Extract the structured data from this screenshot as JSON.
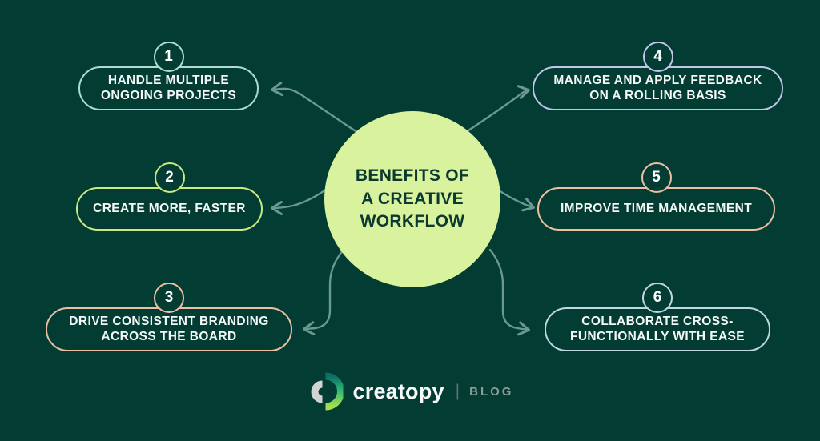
{
  "colors": {
    "background": "#023c33",
    "connector": "#6b998f",
    "center_fill": "#d8f29e",
    "center_text": "#0b382f",
    "box_text": "#f4f8f6",
    "number_text": "#ffffff",
    "logo_gradient": [
      "#0e6e62",
      "#2bb673",
      "#a6e050"
    ],
    "logo_gray": "#d2d4d2"
  },
  "center": {
    "title": "BENEFITS OF\nA CREATIVE\nWORKFLOW"
  },
  "items": [
    {
      "number": "1",
      "label": "HANDLE MULTIPLE\nONGOING PROJECTS",
      "border_color": "#aedcd2"
    },
    {
      "number": "2",
      "label": "CREATE MORE, FASTER",
      "border_color": "#c9ea81"
    },
    {
      "number": "3",
      "label": "DRIVE CONSISTENT BRANDING\nACROSS THE BOARD",
      "border_color": "#edc0a3"
    },
    {
      "number": "4",
      "label": "MANAGE AND APPLY FEEDBACK\nON A ROLLING BASIS",
      "border_color": "#c2c6ea"
    },
    {
      "number": "5",
      "label": "IMPROVE TIME MANAGEMENT",
      "border_color": "#edc0a3"
    },
    {
      "number": "6",
      "label": "COLLABORATE CROSS-\nFUNCTIONALLY WITH EASE",
      "border_color": "#c2d7e6"
    }
  ],
  "footer": {
    "brand": "creatopy",
    "separator": "|",
    "blog_label": "BLOG"
  }
}
